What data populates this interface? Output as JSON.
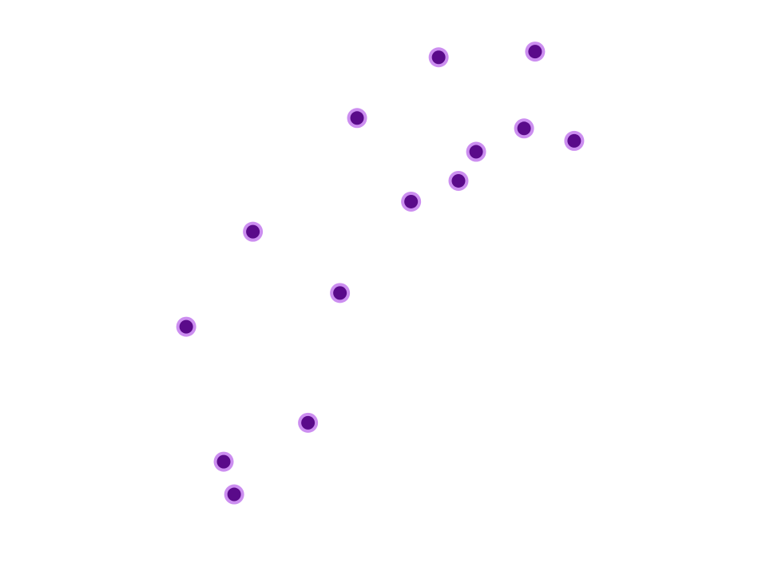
{
  "chart_data": {
    "type": "scatter",
    "title": "",
    "xlabel": "",
    "ylabel": "",
    "grid": false,
    "xlim": [
      0,
      100
    ],
    "ylim": [
      0,
      100
    ],
    "points": [
      {
        "x": 4.8,
        "y": 38.6
      },
      {
        "x": 11.6,
        "y": 12.6
      },
      {
        "x": 13.5,
        "y": 6.3
      },
      {
        "x": 16.9,
        "y": 56.9
      },
      {
        "x": 26.9,
        "y": 20.1
      },
      {
        "x": 32.7,
        "y": 45.1
      },
      {
        "x": 35.8,
        "y": 78.8
      },
      {
        "x": 45.6,
        "y": 62.7
      },
      {
        "x": 50.6,
        "y": 90.5
      },
      {
        "x": 54.2,
        "y": 66.7
      },
      {
        "x": 57.4,
        "y": 72.3
      },
      {
        "x": 66.1,
        "y": 76.8
      },
      {
        "x": 68.1,
        "y": 91.6
      },
      {
        "x": 75.2,
        "y": 74.4
      }
    ],
    "colors": {
      "marker_fill": "#5a0a8a",
      "marker_outline": "#cc8ef0"
    }
  }
}
